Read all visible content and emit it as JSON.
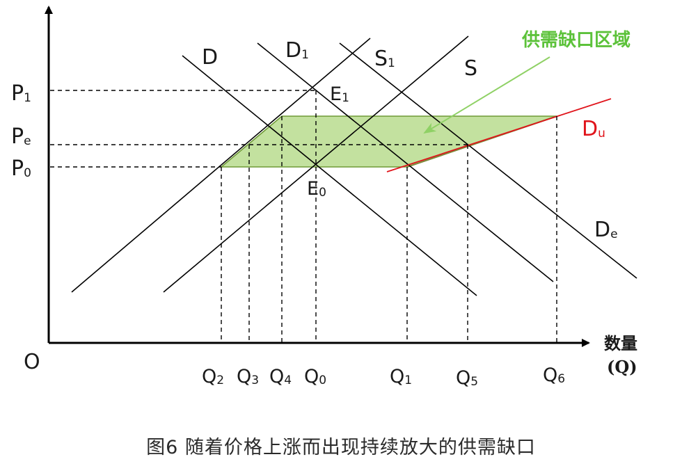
{
  "axes": {
    "origin": "O",
    "x_label_line1": "数量",
    "x_label_line2": "(Q)"
  },
  "price_labels": {
    "p1": {
      "main": "P",
      "sub": "1"
    },
    "pe": {
      "main": "P",
      "sub": "e"
    },
    "p0": {
      "main": "P",
      "sub": "0"
    }
  },
  "quantity_labels": {
    "q2": {
      "main": "Q",
      "sub": "2"
    },
    "q3": {
      "main": "Q",
      "sub": "3"
    },
    "q4": {
      "main": "Q",
      "sub": "4"
    },
    "q0": {
      "main": "Q",
      "sub": "0"
    },
    "q1": {
      "main": "Q",
      "sub": "1"
    },
    "q5": {
      "main": "Q",
      "sub": "5"
    },
    "q6": {
      "main": "Q",
      "sub": "6"
    }
  },
  "curve_labels": {
    "d": "D",
    "d1": {
      "main": "D",
      "sub": "1"
    },
    "s1": {
      "main": "S",
      "sub": "1"
    },
    "s": "S",
    "de": {
      "main": "D",
      "sub": "e"
    },
    "du": {
      "main": "D",
      "sub": "u"
    }
  },
  "points": {
    "e1": {
      "main": "E",
      "sub": "1"
    },
    "e0": {
      "main": "E",
      "sub": "0"
    }
  },
  "annotation": "供需缺口区域",
  "caption": "图6  随着价格上涨而出现持续放大的供需缺口",
  "colors": {
    "gap_fill": "#b9dc8e",
    "annotation": "#5cc23a",
    "du_line": "#e0141b"
  }
}
